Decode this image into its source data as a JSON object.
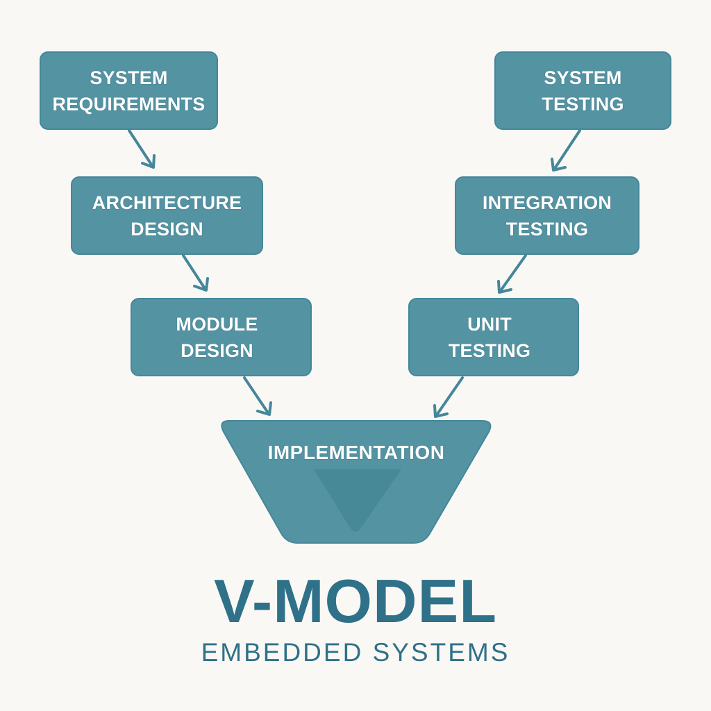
{
  "diagram": {
    "title": "V-MODEL",
    "subtitle": "EMBEDDED SYSTEMS",
    "colors": {
      "background": "#faf8f5",
      "box_fill": "#5393a2",
      "box_border": "#44879a",
      "inner_triangle": "#468797",
      "title_text": "#2e7188",
      "box_text": "#ffffff",
      "arrow": "#44879a"
    },
    "left_branch": [
      {
        "id": "system-requirements",
        "lines": [
          "SYSTEM",
          "REQUIREMENTS"
        ]
      },
      {
        "id": "architecture-design",
        "lines": [
          "ARCHITECTURE",
          "DESIGN"
        ]
      },
      {
        "id": "module-design",
        "lines": [
          "MODULE",
          "DESIGN"
        ]
      }
    ],
    "right_branch": [
      {
        "id": "system-testing",
        "lines": [
          "SYSTEM",
          "TESTING"
        ]
      },
      {
        "id": "integration-testing",
        "lines": [
          "INTEGRATION",
          "TESTING"
        ]
      },
      {
        "id": "unit-testing",
        "lines": [
          "UNIT",
          "TESTING"
        ]
      }
    ],
    "bottom": {
      "id": "implementation",
      "label": "IMPLEMENTATION"
    },
    "edges": [
      {
        "from": "system-requirements",
        "to": "architecture-design"
      },
      {
        "from": "architecture-design",
        "to": "module-design"
      },
      {
        "from": "module-design",
        "to": "implementation"
      },
      {
        "from": "system-testing",
        "to": "integration-testing"
      },
      {
        "from": "integration-testing",
        "to": "unit-testing"
      },
      {
        "from": "unit-testing",
        "to": "implementation"
      }
    ]
  }
}
